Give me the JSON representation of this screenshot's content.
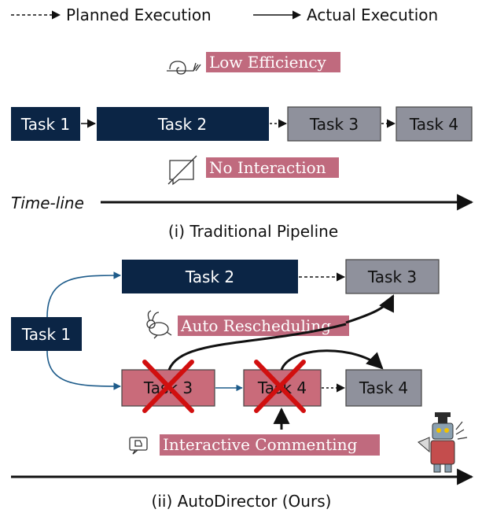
{
  "legend": {
    "planned": "Planned Execution",
    "actual": "Actual Execution"
  },
  "traditional": {
    "efficiency_label": "Low Efficiency",
    "efficiency_icon": "snail-icon",
    "interaction_label": "No Interaction",
    "interaction_icon": "no-comment-icon",
    "timeline_label": "Time-line",
    "caption": "(i) Traditional Pipeline",
    "tasks": [
      {
        "label": "Task 1",
        "status": "actual"
      },
      {
        "label": "Task 2",
        "status": "actual"
      },
      {
        "label": "Task 3",
        "status": "planned"
      },
      {
        "label": "Task 4",
        "status": "planned"
      }
    ]
  },
  "autodirector": {
    "caption": "(ii) AutoDirector (Ours)",
    "rescheduling_label": "Auto Rescheduling",
    "rescheduling_icon": "rabbit-icon",
    "commenting_label": "Interactive Commenting",
    "commenting_icon": "dislike-comment-icon",
    "mascot_icon": "robot-director-icon",
    "tasks": {
      "task1": "Task 1",
      "task2": "Task 2",
      "task3_top": "Task 3",
      "task3_cancelled": "Task 3",
      "task4_cancelled": "Task 4",
      "task4_final": "Task 4"
    }
  },
  "colors": {
    "actual_fill": "#0b2545",
    "planned_fill": "#8f919c",
    "highlight": "#c06a7e",
    "cancelled_fill": "#c96b7a",
    "cross": "#d10f0f",
    "arrow": "#111111",
    "teal_arrow": "#1d5b8a"
  }
}
